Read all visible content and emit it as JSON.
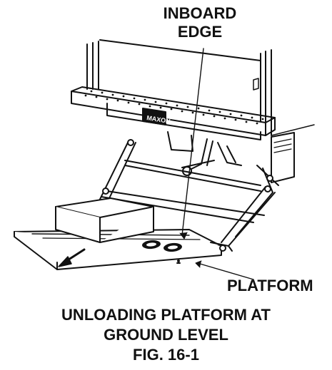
{
  "callouts": {
    "inboard_edge": [
      "INBOARD",
      "EDGE"
    ],
    "platform": "PLATFORM"
  },
  "caption": {
    "line1": "UNLOADING PLATFORM AT",
    "line2": "GROUND LEVEL",
    "fig": "FIG. 16-1"
  },
  "nameplate": "MAXON",
  "colors": {
    "ink": "#111111",
    "paper": "#ffffff"
  }
}
